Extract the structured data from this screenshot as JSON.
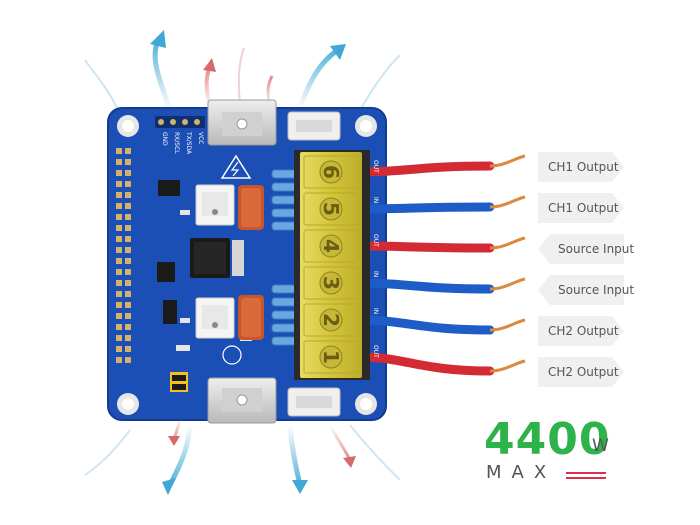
{
  "outputs": [
    {
      "label": "CH1 Output",
      "direction": "right"
    },
    {
      "label": "CH1 Output",
      "direction": "right"
    },
    {
      "label": "Source Input",
      "direction": "left"
    },
    {
      "label": "Source Input",
      "direction": "left"
    },
    {
      "label": "CH2 Output",
      "direction": "right"
    },
    {
      "label": "CH2 Output",
      "direction": "right"
    }
  ],
  "terminal_numbers": [
    "6",
    "5",
    "4",
    "3",
    "2",
    "1"
  ],
  "silkscreen": {
    "header_labels": [
      "GND",
      "RX/SCL",
      "TX/SDA",
      "VCC"
    ],
    "terminal_side": [
      "OUT",
      "IN",
      "OUT",
      "IN",
      "IN",
      "OUT"
    ]
  },
  "power": {
    "value": "4400",
    "unit": "W",
    "caption": "MAX"
  },
  "colors": {
    "pcb": "#1b4fb5",
    "pcb_dark": "#123c91",
    "wire_red": "#d42a33",
    "wire_blue": "#1e5cc8",
    "copper": "#d98a3c",
    "terminal": "#e9dd47",
    "accent_green": "#2db34a",
    "accent_red": "#d9304a",
    "airflow_blue": "#3fa8d6",
    "airflow_red": "#d66a6a"
  },
  "icons": [
    "airflow-arrow-icon",
    "high-voltage-warning-icon"
  ]
}
